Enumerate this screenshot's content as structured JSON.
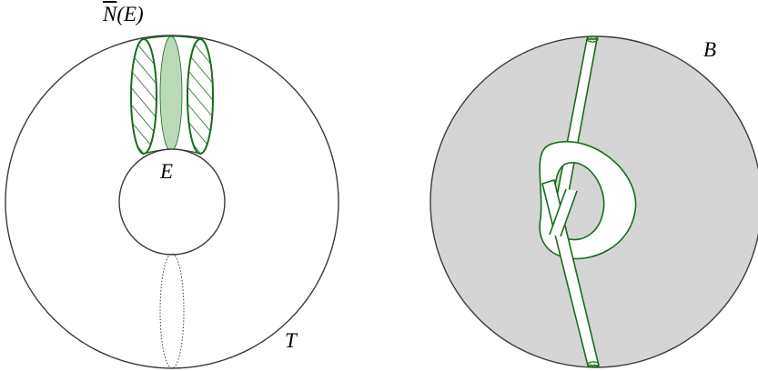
{
  "labels": {
    "n_bar": "N",
    "n_arg": "(E)",
    "e": "E",
    "t": "T",
    "b": "B"
  },
  "colors": {
    "outline": "#3a3a3a",
    "green": "#1a6b1a",
    "green_fill": "#b9d9b9",
    "disk_fill": "#d5d5d5"
  }
}
